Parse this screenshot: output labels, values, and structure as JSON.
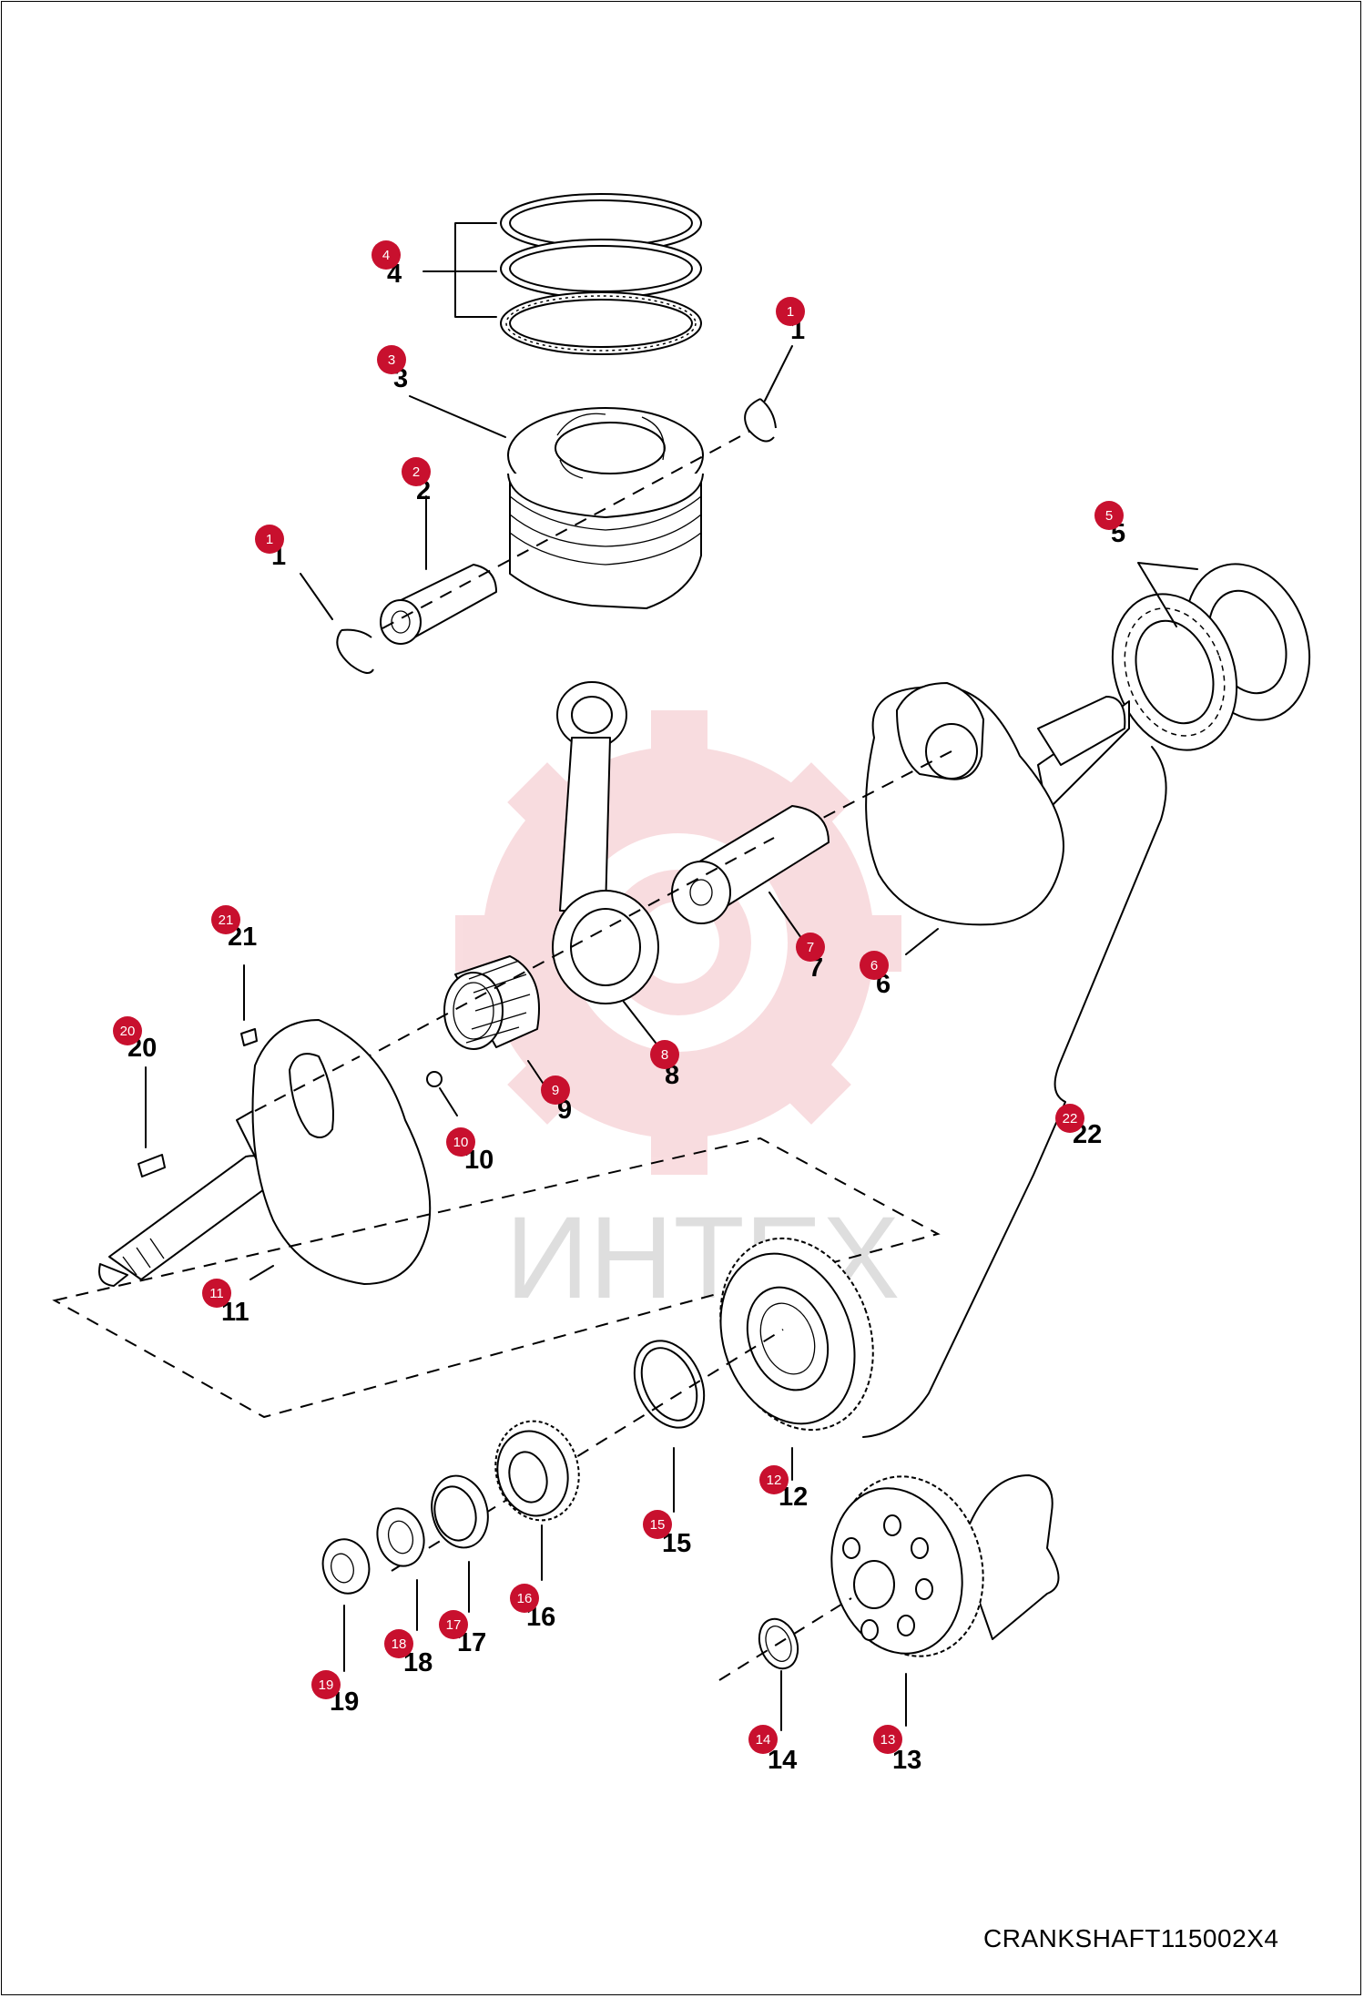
{
  "caption": "CRANKSHAFT115002X4",
  "watermark": {
    "text": "ИНТЕХ",
    "color": "#f2b8be"
  },
  "badge_color": "#c8102e",
  "callouts": [
    {
      "id": "c4",
      "number": "4"
    },
    {
      "id": "c3",
      "number": "3"
    },
    {
      "id": "c1a",
      "number": "1"
    },
    {
      "id": "c2",
      "number": "2"
    },
    {
      "id": "c1b",
      "number": "1"
    },
    {
      "id": "c5",
      "number": "5"
    },
    {
      "id": "c7",
      "number": "7"
    },
    {
      "id": "c6",
      "number": "6"
    },
    {
      "id": "c8",
      "number": "8"
    },
    {
      "id": "c9",
      "number": "9"
    },
    {
      "id": "c10",
      "number": "10"
    },
    {
      "id": "c11",
      "number": "11"
    },
    {
      "id": "c20",
      "number": "20"
    },
    {
      "id": "c21",
      "number": "21"
    },
    {
      "id": "c22",
      "number": "22"
    },
    {
      "id": "c12",
      "number": "12"
    },
    {
      "id": "c15",
      "number": "15"
    },
    {
      "id": "c16",
      "number": "16"
    },
    {
      "id": "c17",
      "number": "17"
    },
    {
      "id": "c18",
      "number": "18"
    },
    {
      "id": "c19",
      "number": "19"
    },
    {
      "id": "c14",
      "number": "14"
    },
    {
      "id": "c13",
      "number": "13"
    }
  ]
}
